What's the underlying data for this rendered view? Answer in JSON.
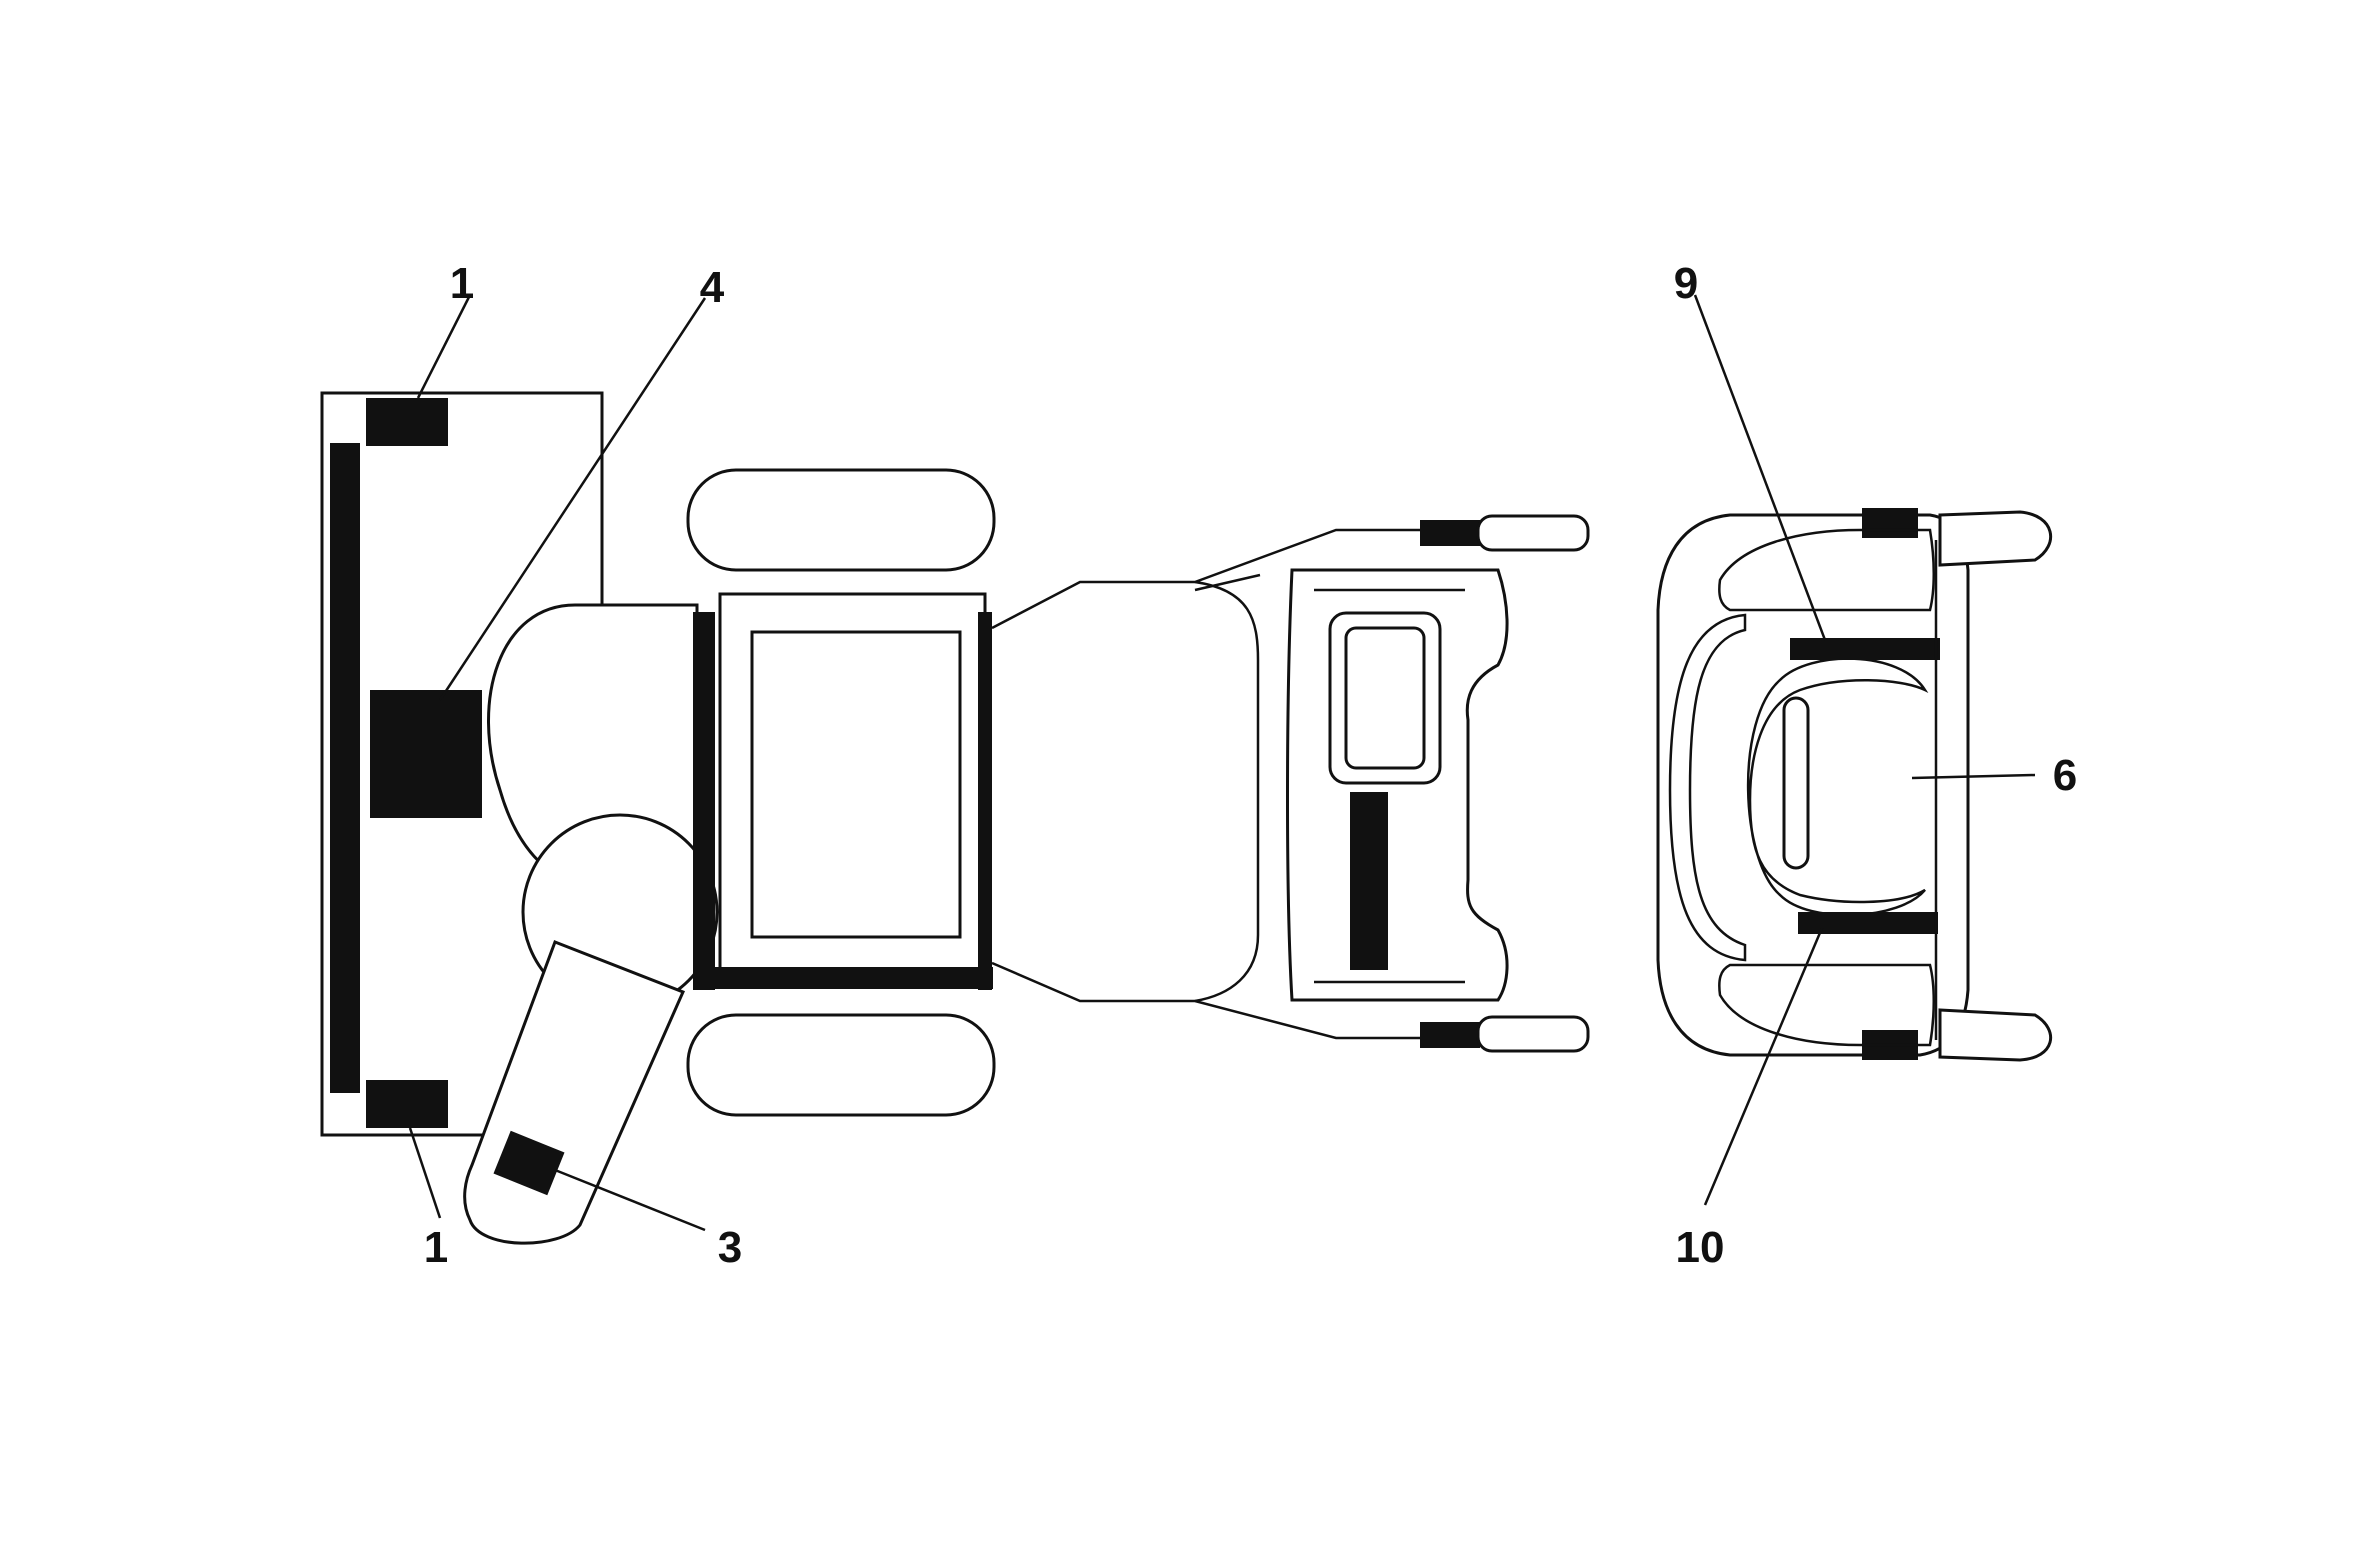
{
  "callouts": {
    "c1_top": "1",
    "c4": "4",
    "c1_bottom": "1",
    "c3": "3",
    "c9": "9",
    "c6": "6",
    "c10": "10"
  },
  "colors": {
    "line": "#111111",
    "background": "#ffffff"
  }
}
